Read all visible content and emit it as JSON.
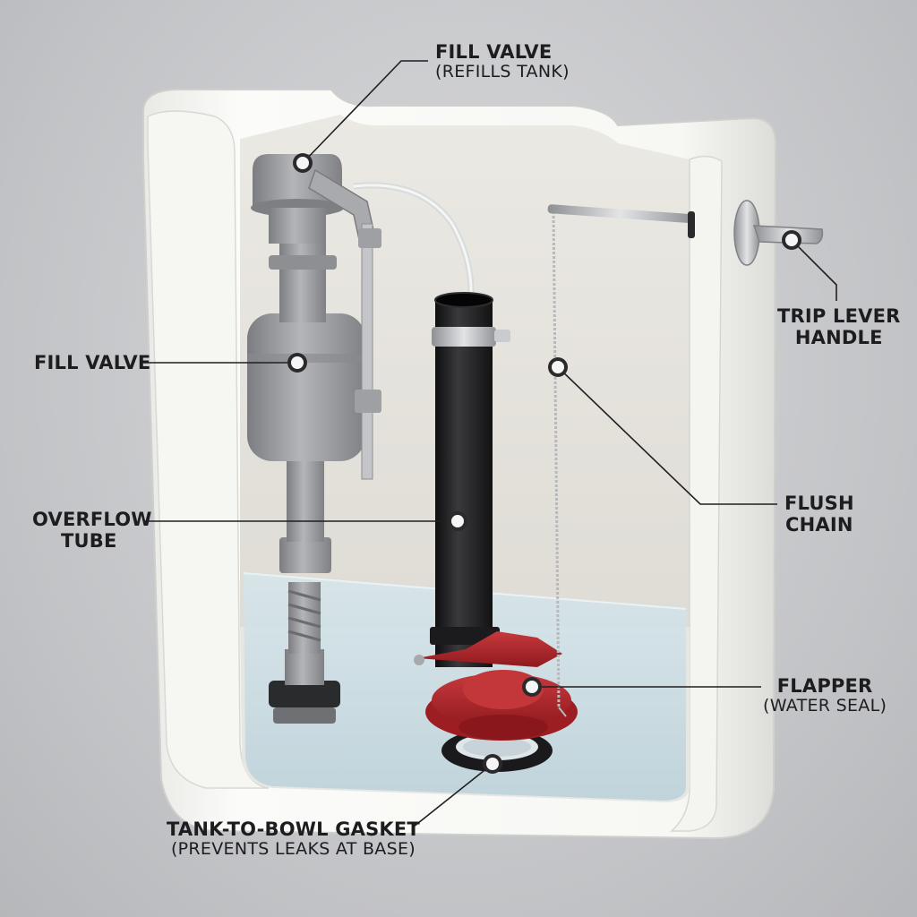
{
  "labels": {
    "fill_valve_top": {
      "title": "FILL VALVE",
      "sub": "(REFILLS TANK)"
    },
    "fill_valve": {
      "title": "FILL VALVE"
    },
    "overflow_tube": {
      "line1": "OVERFLOW",
      "line2": "TUBE"
    },
    "trip_lever": {
      "line1": "TRIP LEVER",
      "line2": "HANDLE"
    },
    "flush_chain": {
      "line1": "FLUSH",
      "line2": "CHAIN"
    },
    "flapper": {
      "title": "FLAPPER",
      "sub": "(WATER SEAL)"
    },
    "gasket": {
      "title": "TANK-TO-BOWL GASKET",
      "sub": "(PREVENTS LEAKS AT BASE)"
    }
  },
  "colors": {
    "porcelain": "#f2f2ef",
    "valve_gray": "#9b9ca0",
    "overflow_black": "#1c1c1e",
    "flapper_red": "#b2262b",
    "water": "#c9dde4",
    "chrome": "#c9cbce"
  }
}
